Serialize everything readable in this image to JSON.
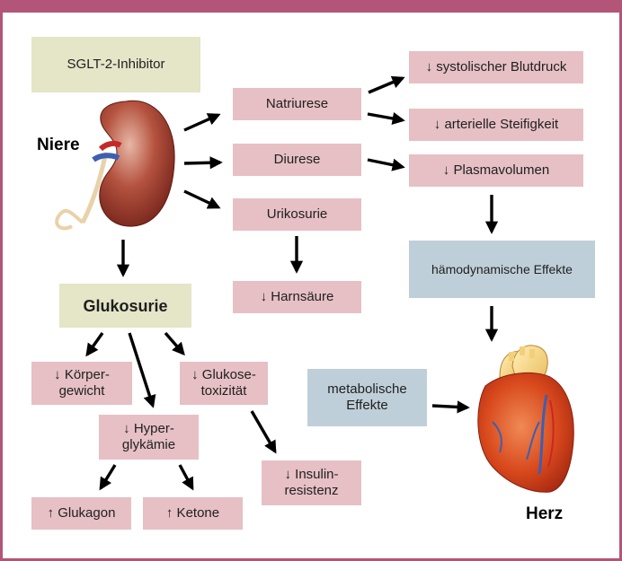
{
  "title": "SGLT-2-Inhibitor",
  "organs": {
    "kidney": "Niere",
    "heart": "Herz"
  },
  "boxes": {
    "natriurese": "Natriurese",
    "diurese": "Diurese",
    "urikosurie": "Urikosurie",
    "harnsaeure": "↓ Harnsäure",
    "blutdruck": "↓ systolischer Blutdruck",
    "steifigkeit": "↓ arterielle Steifigkeit",
    "plasmavolumen": "↓ Plasmavolumen",
    "haemodynamisch": "hämodynamische Effekte",
    "metabolisch": "metabolische Effekte",
    "glukosurie": "Glukosurie",
    "koerpergewicht": "↓ Körper-gewicht",
    "glukosetox": "↓ Glukose-toxizität",
    "hyperglykaemie": "↓ Hyper-glykämie",
    "insulin": "↓ Insulin-resistenz",
    "glukagon": "↑ Glukagon",
    "ketone": "↑ Ketone"
  },
  "colors": {
    "frame": "#b25578",
    "pink_box": "#e6c0c5",
    "beige_box": "#e5e5c8",
    "blue_box": "#bfcfd9",
    "arrow": "#000000"
  }
}
